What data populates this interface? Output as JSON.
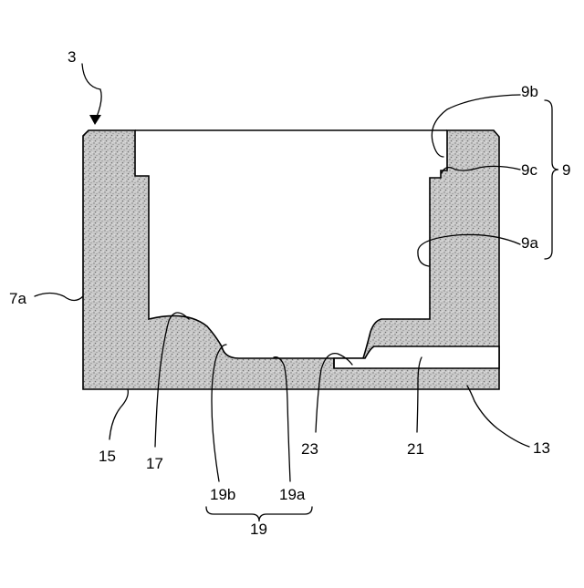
{
  "labels": {
    "part_3": "3",
    "part_7a": "7a",
    "part_9": "9",
    "part_9a": "9a",
    "part_9b": "9b",
    "part_9c": "9c",
    "part_13": "13",
    "part_15": "15",
    "part_17": "17",
    "part_19": "19",
    "part_19a": "19a",
    "part_19b": "19b",
    "part_21": "21",
    "part_23": "23"
  },
  "colors": {
    "line": "#000000",
    "background": "#ffffff",
    "stipple_dark": "#7a7a7a",
    "stipple_light": "#f4f4f4"
  }
}
